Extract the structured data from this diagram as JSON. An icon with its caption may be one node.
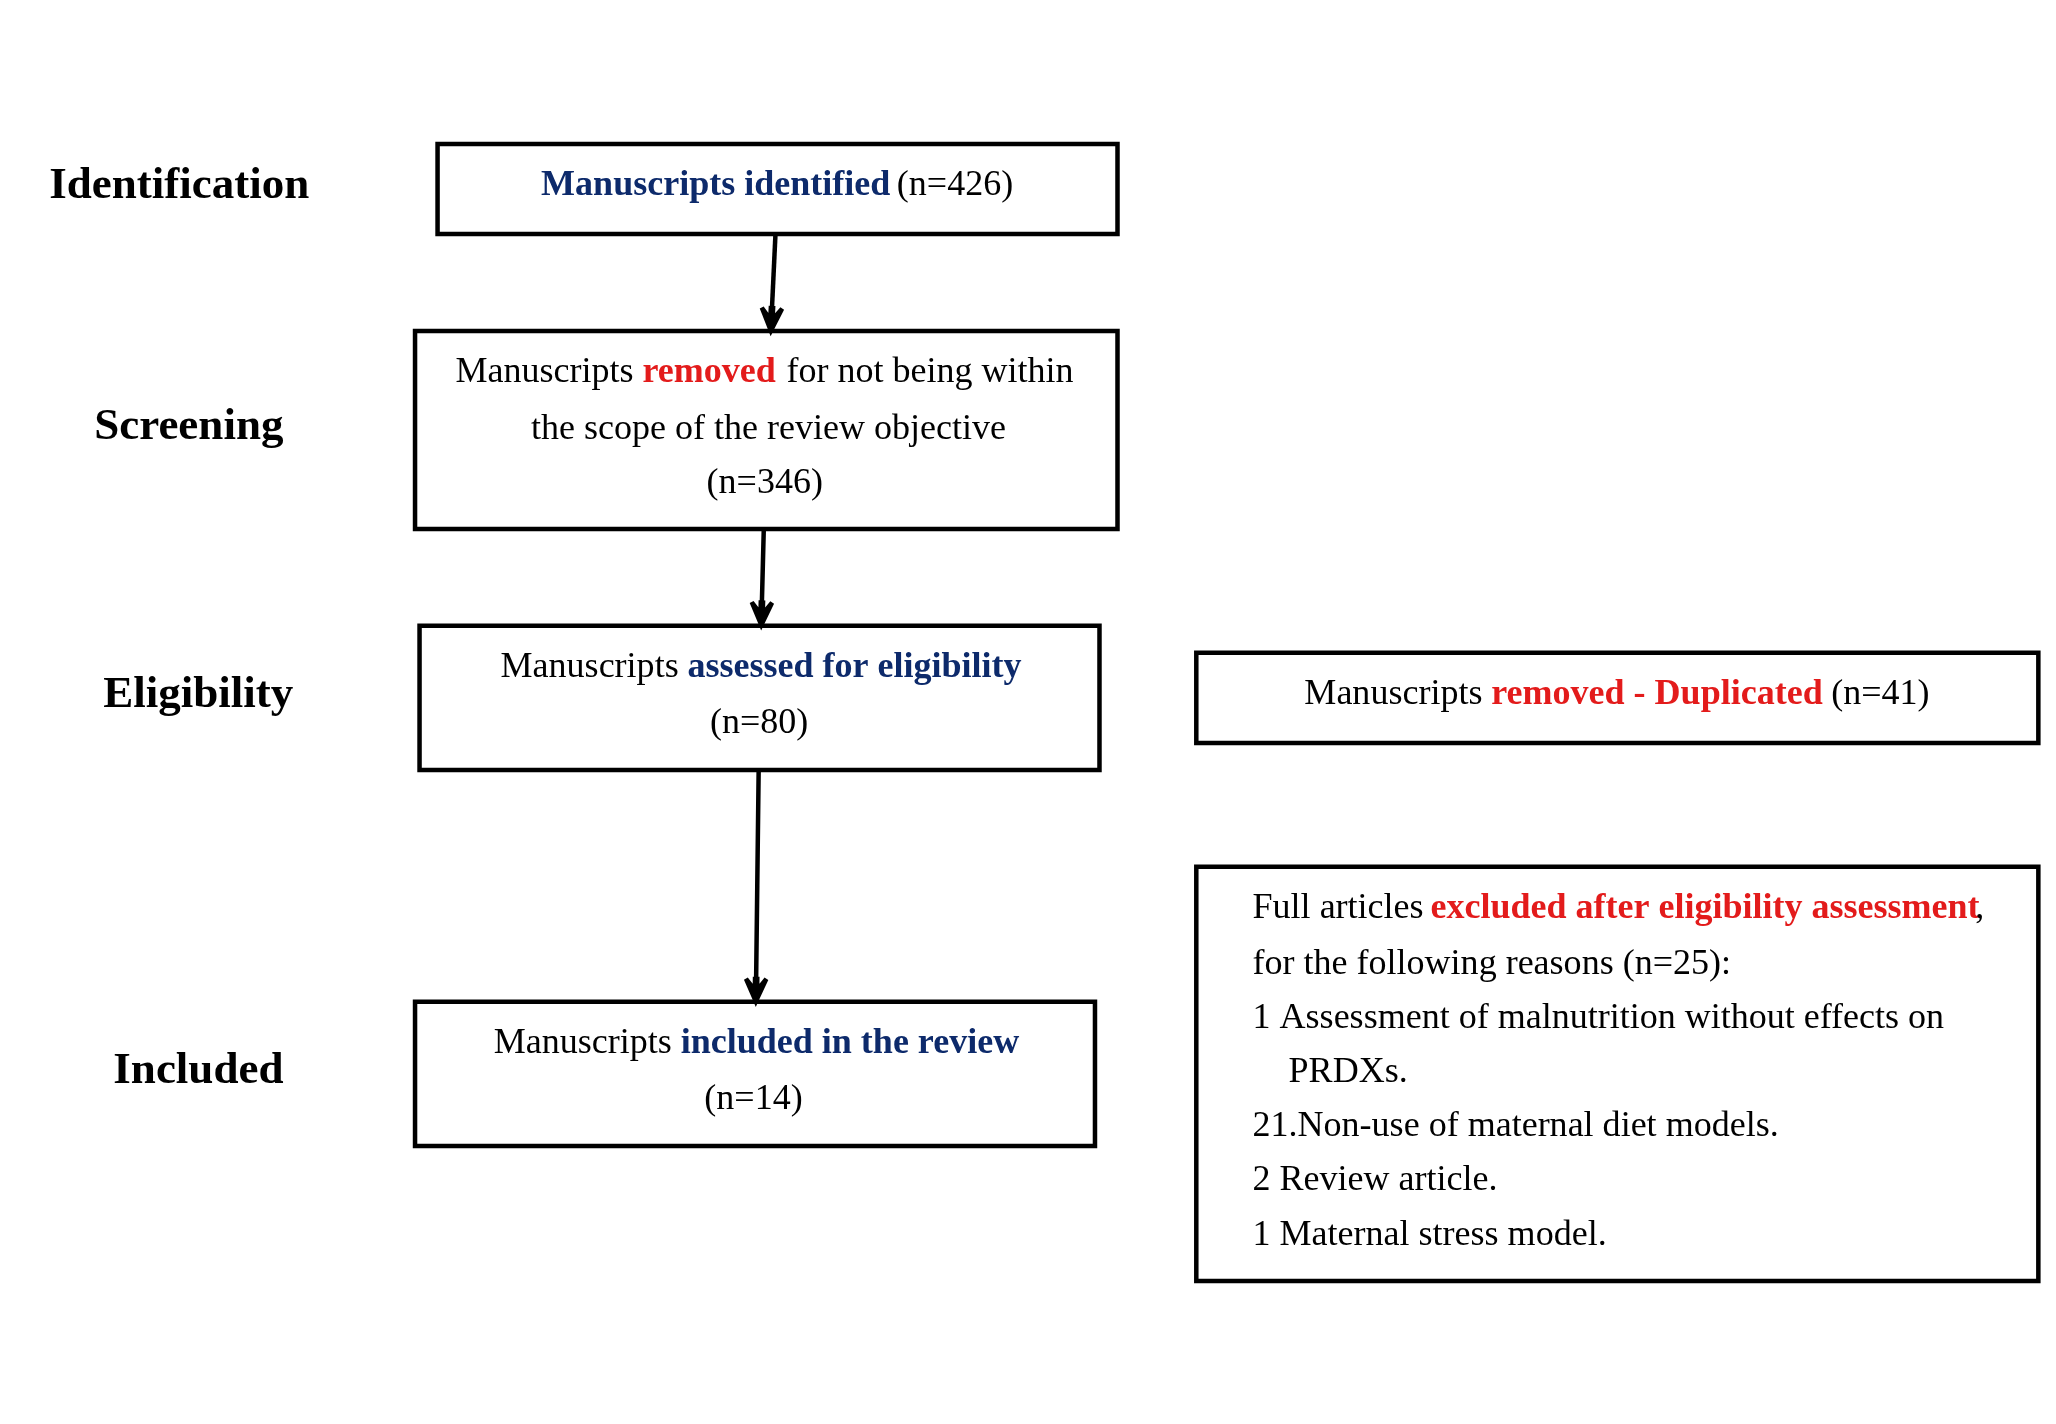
{
  "diagram": {
    "nodes": [
      {
        "text": [
          "**Manuscripts identified** (n=426)"
        ]
      },
      {
        "text": [
          "Manuscripts **removed** for not being within the scope of the review objective (n=346)"
        ]
      },
      {
        "text": [
          "Manuscripts **assessed for eligibility** (n=80)"
        ]
      },
      {
        "text": [
          "Manuscripts **included in the review** (n=14)"
        ]
      },
      {
        "text": [
          "Manuscripts **removed - Duplicated** (n=41)"
        ]
      },
      {
        "text": [
          "Full articles **excluded after eligibility assessment**, for the following reasons (n=25):",
          "1 Assessment of malnutrition without effects on PRDXs.",
          "21.Non-use of maternal diet models.",
          "2 Review article.",
          "1 Maternal stress model."
        ]
      }
    ],
    "edges": [
      {
        "from": 0,
        "to": 1,
        "arrow": "to"
      },
      {
        "from": 1,
        "to": 2,
        "arrow": "to"
      },
      {
        "from": 2,
        "to": 3,
        "arrow": "to"
      }
    ],
    "labels": [
      "Identification",
      "Screening",
      "Eligibility",
      "Included"
    ]
  }
}
